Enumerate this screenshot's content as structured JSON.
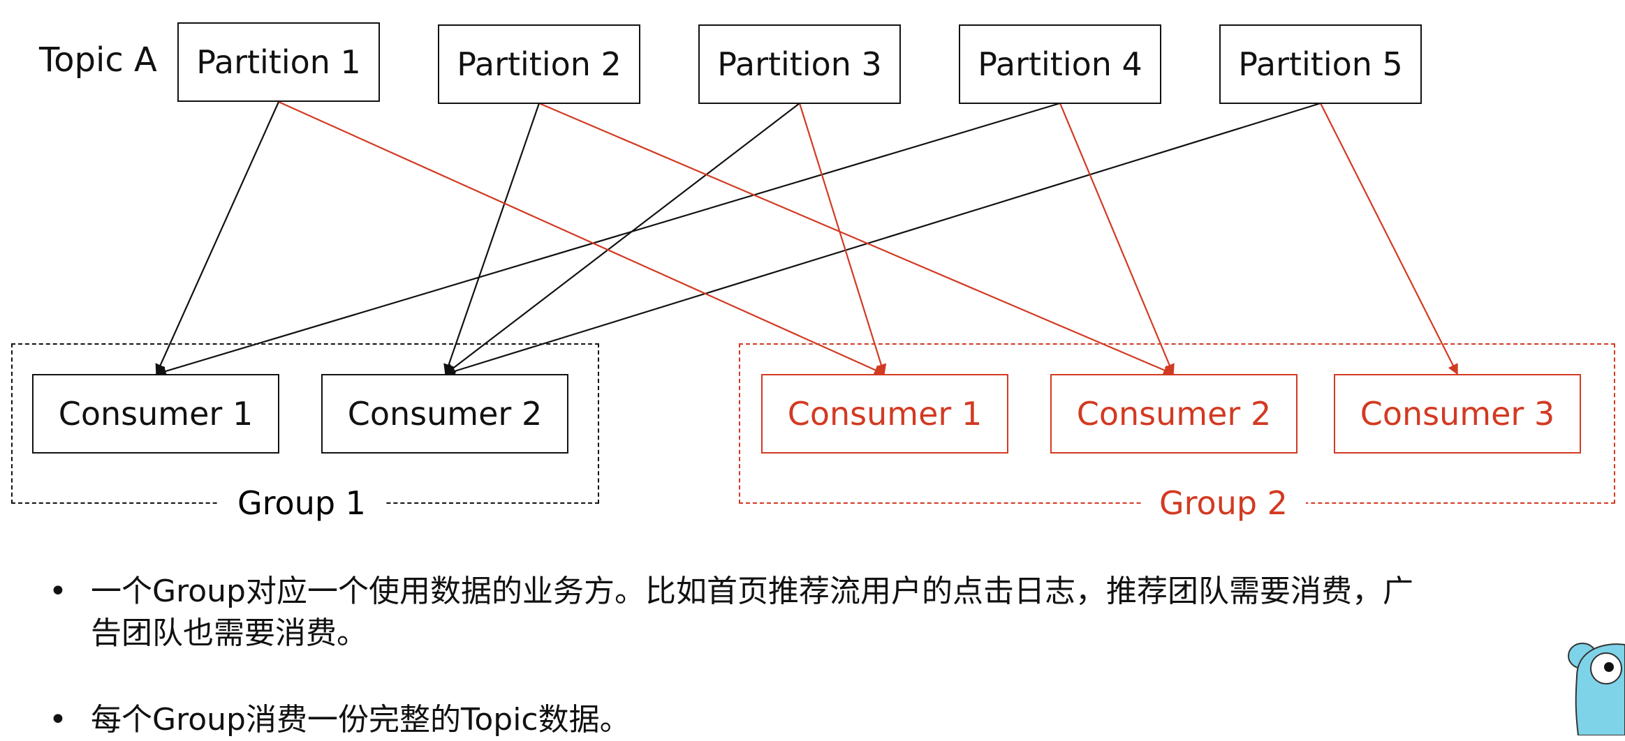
{
  "topic": {
    "label": "Topic A"
  },
  "partitions": [
    {
      "label": "Partition 1"
    },
    {
      "label": "Partition 2"
    },
    {
      "label": "Partition 3"
    },
    {
      "label": "Partition 4"
    },
    {
      "label": "Partition 5"
    }
  ],
  "groups": [
    {
      "label": "Group 1",
      "color": "#111111",
      "consumers": [
        {
          "label": "Consumer 1"
        },
        {
          "label": "Consumer 2"
        }
      ]
    },
    {
      "label": "Group 2",
      "color": "#d23a22",
      "consumers": [
        {
          "label": "Consumer 1"
        },
        {
          "label": "Consumer 2"
        },
        {
          "label": "Consumer 3"
        }
      ]
    }
  ],
  "assignments": [
    {
      "from": "Partition 1",
      "to": "Group 1 / Consumer 1"
    },
    {
      "from": "Partition 2",
      "to": "Group 1 / Consumer 2"
    },
    {
      "from": "Partition 3",
      "to": "Group 1 / Consumer 2"
    },
    {
      "from": "Partition 4",
      "to": "Group 1 / Consumer 1"
    },
    {
      "from": "Partition 5",
      "to": "Group 1 / Consumer 2"
    },
    {
      "from": "Partition 1",
      "to": "Group 2 / Consumer 1"
    },
    {
      "from": "Partition 2",
      "to": "Group 2 / Consumer 2"
    },
    {
      "from": "Partition 3",
      "to": "Group 2 / Consumer 1"
    },
    {
      "from": "Partition 4",
      "to": "Group 2 / Consumer 2"
    },
    {
      "from": "Partition 5",
      "to": "Group 2 / Consumer 3"
    }
  ],
  "bullets": [
    "一个Group对应一个使用数据的业务方。比如首页推荐流用户的点击日志，推荐团队需要消费，广告团队也需要消费。",
    "每个Group消费一份完整的Topic数据。"
  ],
  "bullet_symbol": "•",
  "colors": {
    "group1": "#111111",
    "group2": "#d23a22",
    "gopher": "#7fd3e8"
  },
  "icons": {
    "mascot": "gopher-icon"
  }
}
